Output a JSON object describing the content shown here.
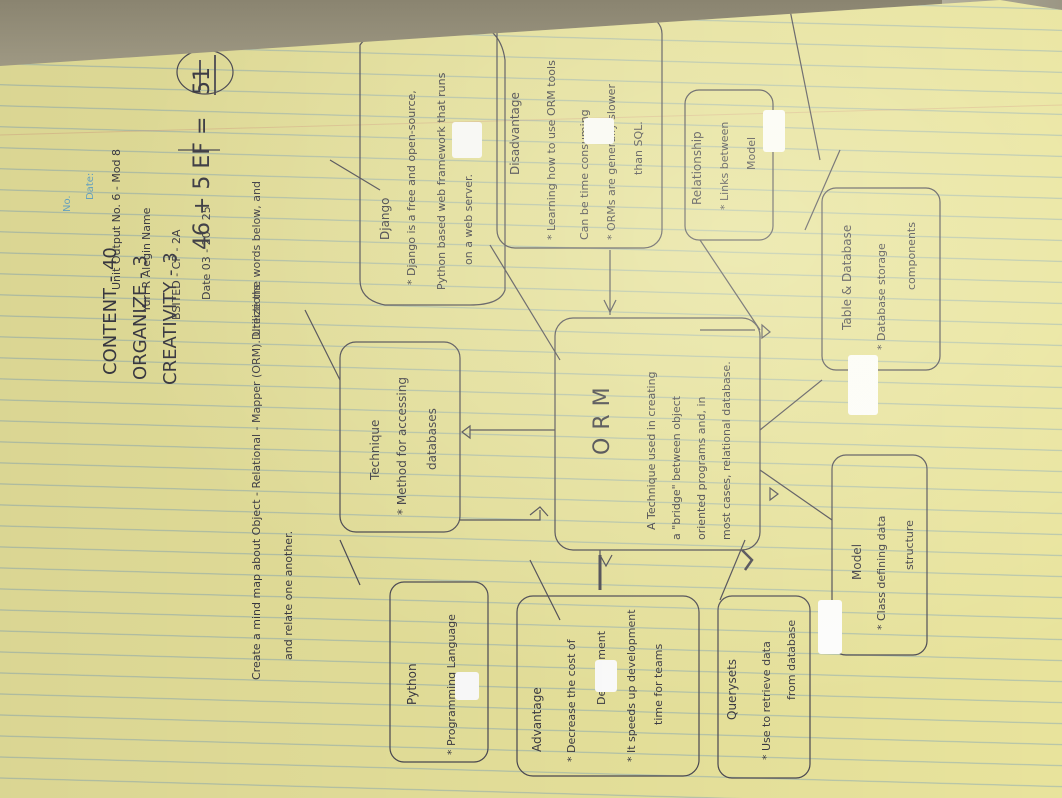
{
  "header": {
    "no_label": "No.",
    "date_label": "Date:"
  },
  "student": {
    "title": "Unit Output No. 6 - Mod 8",
    "name_label": "Name",
    "name_value": "Yuri R Alegin",
    "section": "BSITED - CP - 2A",
    "date": "Date 03 - 20 - 25"
  },
  "directions": {
    "label": "Directions:",
    "line1": "Create a mind map about Object - Relational - Mapper (ORM). Utilize the words below, and",
    "line2": "and relate one another."
  },
  "score": {
    "content": "CONTENT - 40",
    "organize": "ORGANIZE - 3",
    "creativity": "CREATIVITY - 3",
    "total": "46 + 5 EF =",
    "final": "51"
  },
  "center": {
    "title": "ORM",
    "def1": "A Technique used in creating",
    "def2": "a \"bridge\" between object",
    "def3": "oriented programs and, in",
    "def4": "most cases, relational database."
  },
  "nodes": {
    "technique": {
      "title": "Technique",
      "line1": "* Method for accessing",
      "line2": "databases"
    },
    "django": {
      "title": "Django",
      "line1": "* Django is a free and open-source,",
      "line2": "Python based web framework that runs",
      "line3": "on a web server."
    },
    "disadvantage": {
      "title": "Disadvantage",
      "line1": "* Learning how to use ORM tools",
      "line2": "Can be time consuming",
      "line3": "* ORMs are generally slower",
      "line4": "than SQL."
    },
    "relationship": {
      "title": "Relationship",
      "line1": "* Links between",
      "line2": "Model"
    },
    "table": {
      "title": "Table & Database",
      "line1": "* Database storage",
      "line2": "components"
    },
    "model": {
      "title": "Model",
      "line1": "* Class defining data",
      "line2": "structure"
    },
    "queryset": {
      "title": "Querysets",
      "line1": "* Use to retrieve data",
      "line2": "from database"
    },
    "advantage": {
      "title": "Advantage",
      "line1": "* Decrease the cost of",
      "line2": "Development",
      "line3": "* It speeds up development",
      "line4": "time for teams"
    },
    "python": {
      "title": "Python",
      "line1": "* Programming Language"
    }
  }
}
